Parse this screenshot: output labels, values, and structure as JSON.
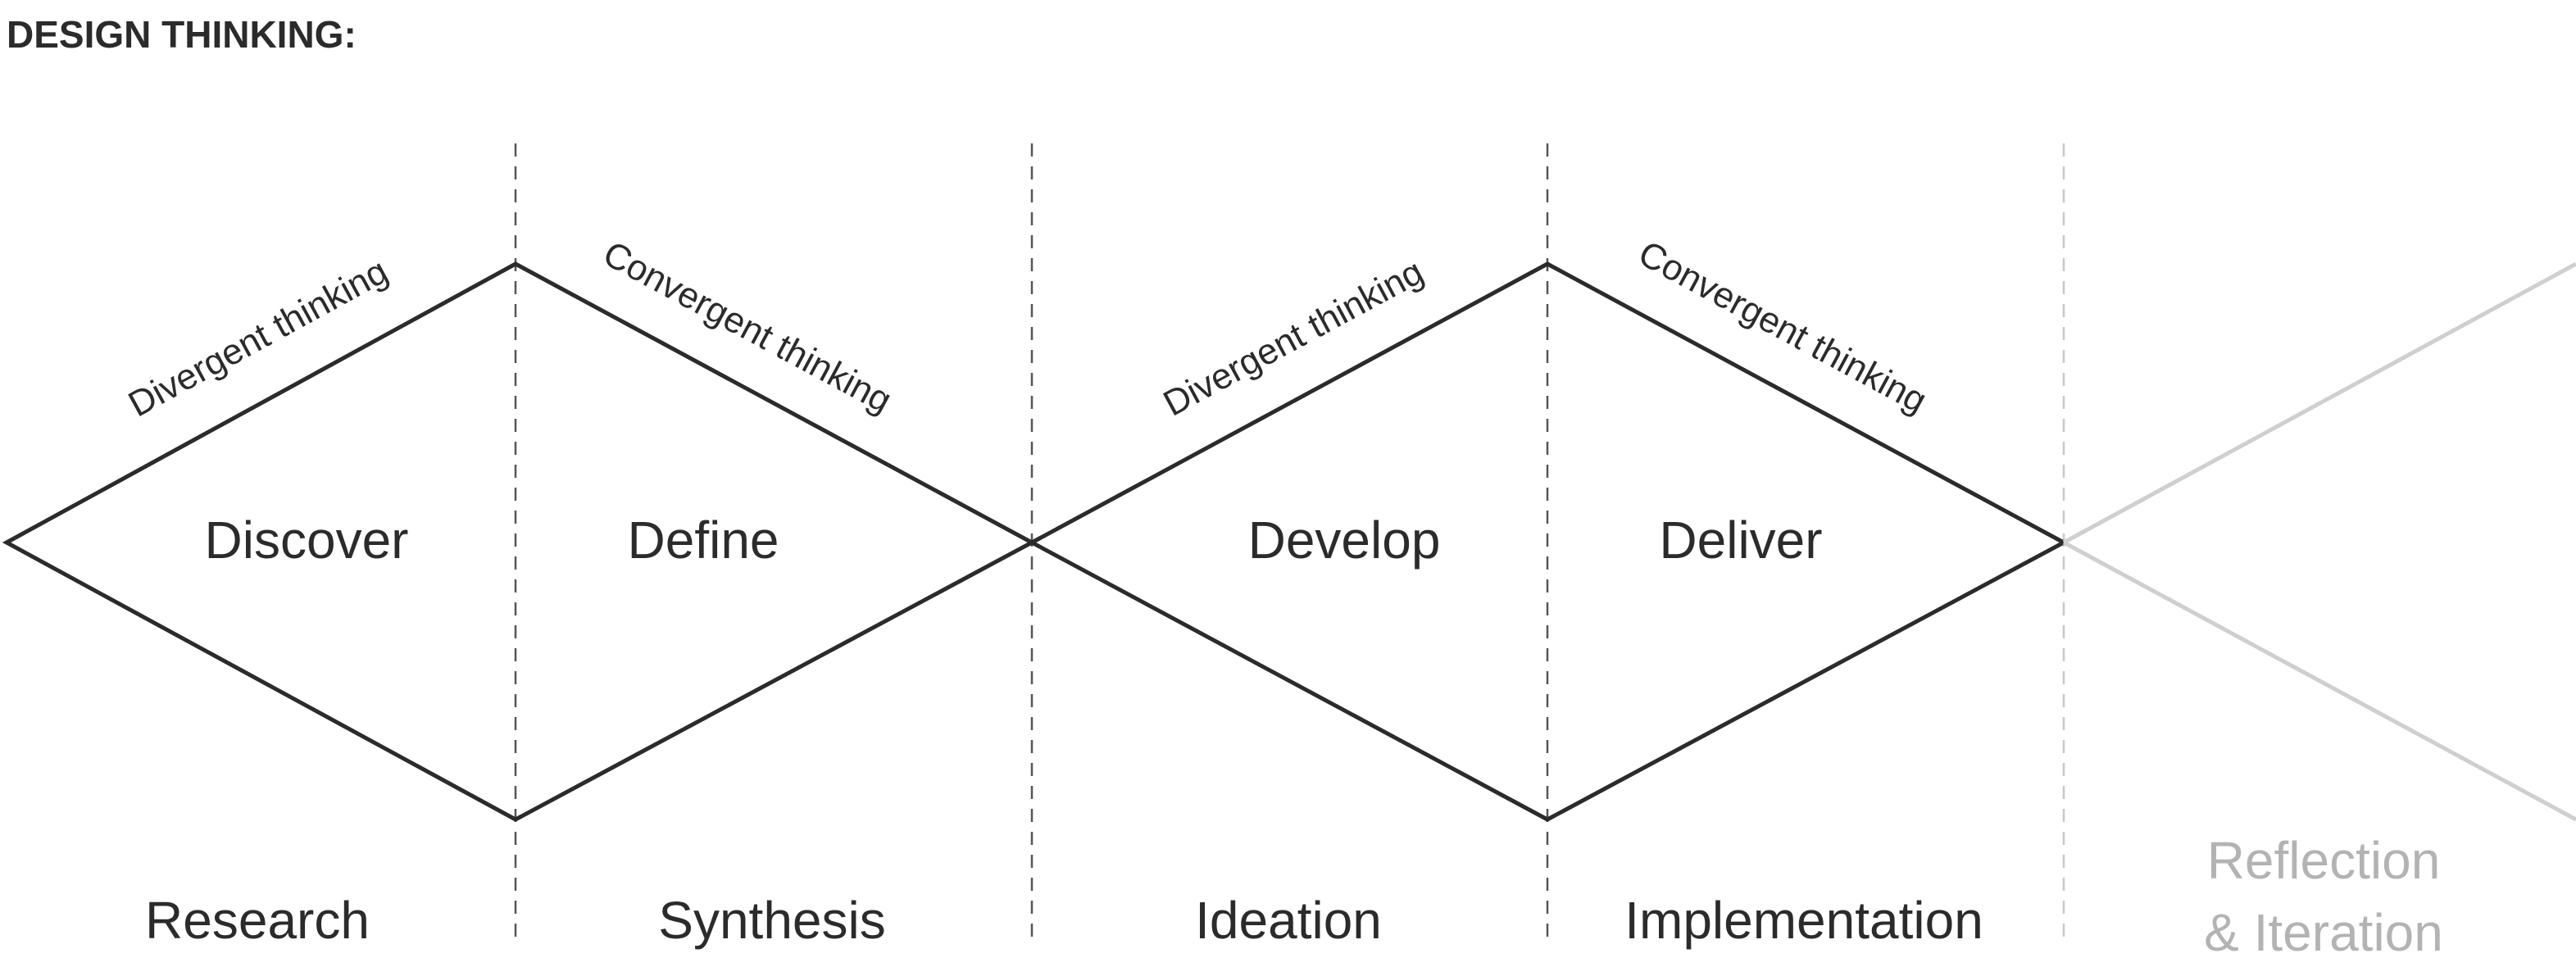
{
  "title": "DESIGN THINKING:",
  "thinking_labels": {
    "divergent_1": "Divergent thinking",
    "convergent_1": "Convergent thinking",
    "divergent_2": "Divergent thinking",
    "convergent_2": "Convergent thinking"
  },
  "phases": {
    "discover": "Discover",
    "define": "Define",
    "develop": "Develop",
    "deliver": "Deliver"
  },
  "bottom_labels": {
    "research": "Research",
    "synthesis": "Synthesis",
    "ideation": "Ideation",
    "implementation": "Implementation",
    "reflection_line1": "Reflection",
    "reflection_line2": "& Iteration"
  },
  "colors": {
    "primary": "#2b2b2b",
    "muted": "#b3b3b3",
    "muted_line": "#cfcfcf",
    "divider": "#555555",
    "muted_divider": "#c8c8c8"
  }
}
